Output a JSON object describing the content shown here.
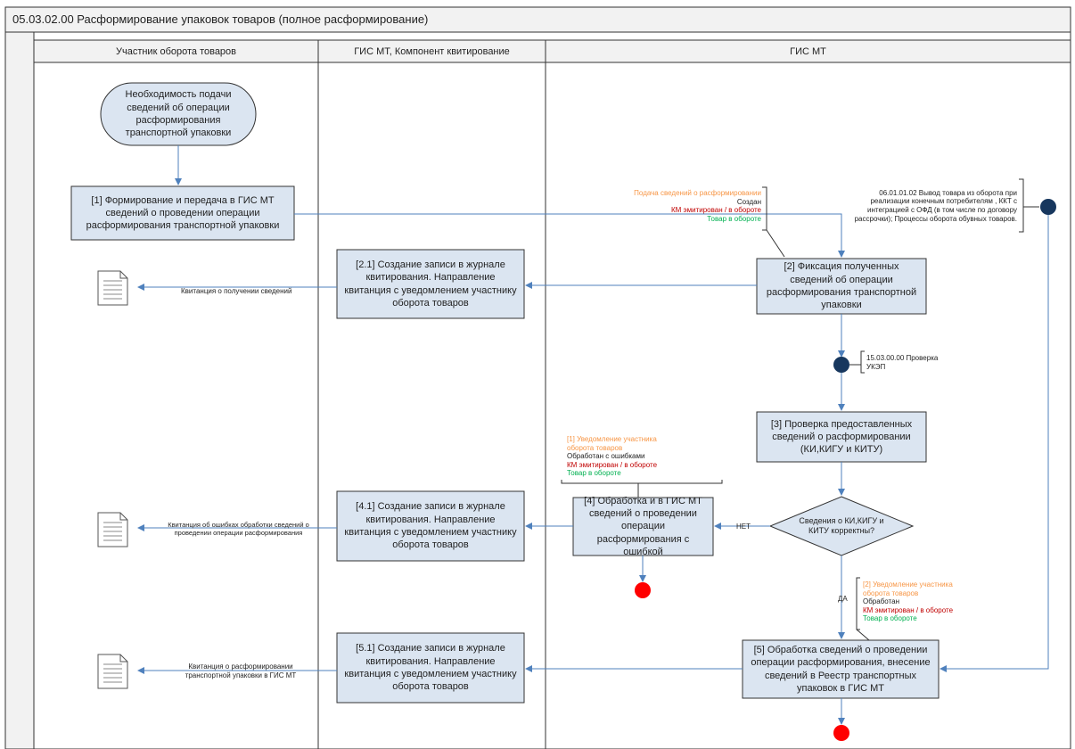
{
  "title": "05.03.02.00 Расформирование упаковок товаров (полное расформирование)",
  "lanes": [
    "Участник оборота товаров",
    "ГИС МТ, Компонент квитирование",
    "ГИС МТ"
  ],
  "start_event": "Необходимость подачи сведений  об операции расформирования транспортной упаковки",
  "tasks": {
    "t1": "[1] Формирование и передача в ГИС МТ сведений о проведении операции расформирования транспортной упаковки",
    "t2": "[2] Фиксация полученных сведений об операции расформирования транспортной упаковки",
    "t21": "[2.1] Создание записи в журнале квитирования. Направление квитанция с уведомлением участнику оборота товаров",
    "t3": "[3] Проверка предоставленных сведений о расформировании (КИ,КИГУ и КИТУ)",
    "t4": "[4] Обработка и в ГИС МТ сведений о проведении операции расформирования с ошибкой",
    "t41": "[4.1] Создание записи в журнале квитирования. Направление квитанция с уведомлением участнику оборота товаров",
    "t5": "[5] Обработка сведений о проведении операции расформирования, внесение сведений в Реестр транспортных упаковок в ГИС МТ",
    "t51": "[5.1] Создание записи в журнале квитирования. Направление квитанция с уведомлением участнику оборота товаров"
  },
  "decision": "Сведения о КИ,КИГУ и КИТУ корректны?",
  "flow_labels": {
    "no": "НЕТ",
    "yes": "ДА",
    "receipt1": "Квитанция  о получении сведений",
    "receipt4": "Квитанция  об ошибках обработки сведений о проведении операции расформирования",
    "receipt5": "Квитанция о расформировании транспортной упаковки в ГИС МТ"
  },
  "annotations": {
    "status1": [
      "Подача сведений о расформировании",
      "Создан",
      "КМ эмитирован  /  в обороте",
      "Товар в обороте"
    ],
    "status_err": [
      "[1] Уведомление участника оборота товаров",
      "Обработан с ошибками",
      "КМ эмитирован  /  в обороте",
      "Товар в обороте"
    ],
    "status_ok": [
      "[2] Уведомление участника оборота товаров",
      "Обработан",
      "КМ эмитирован  /  в обороте",
      "Товар в обороте"
    ],
    "link_out": "06.01.01.02 Вывод товара из оборота при реализации конечным потребителям , ККТ с интеграцией с ОФД (в том числе по договору рассрочки); Процессы оборота обувных товаров.",
    "ukep": "15.03.00.00 Проверка УКЭП"
  },
  "colors": {
    "task_fill": "#dbe5f1",
    "border": "#222222",
    "flow": "#4f81bd",
    "orange": "#f79646",
    "red": "#c00000",
    "green": "#00b050",
    "dark_node": "#17375e",
    "end_node": "#ff0000"
  },
  "icons": [
    "document-icon",
    "document-icon",
    "document-icon"
  ]
}
